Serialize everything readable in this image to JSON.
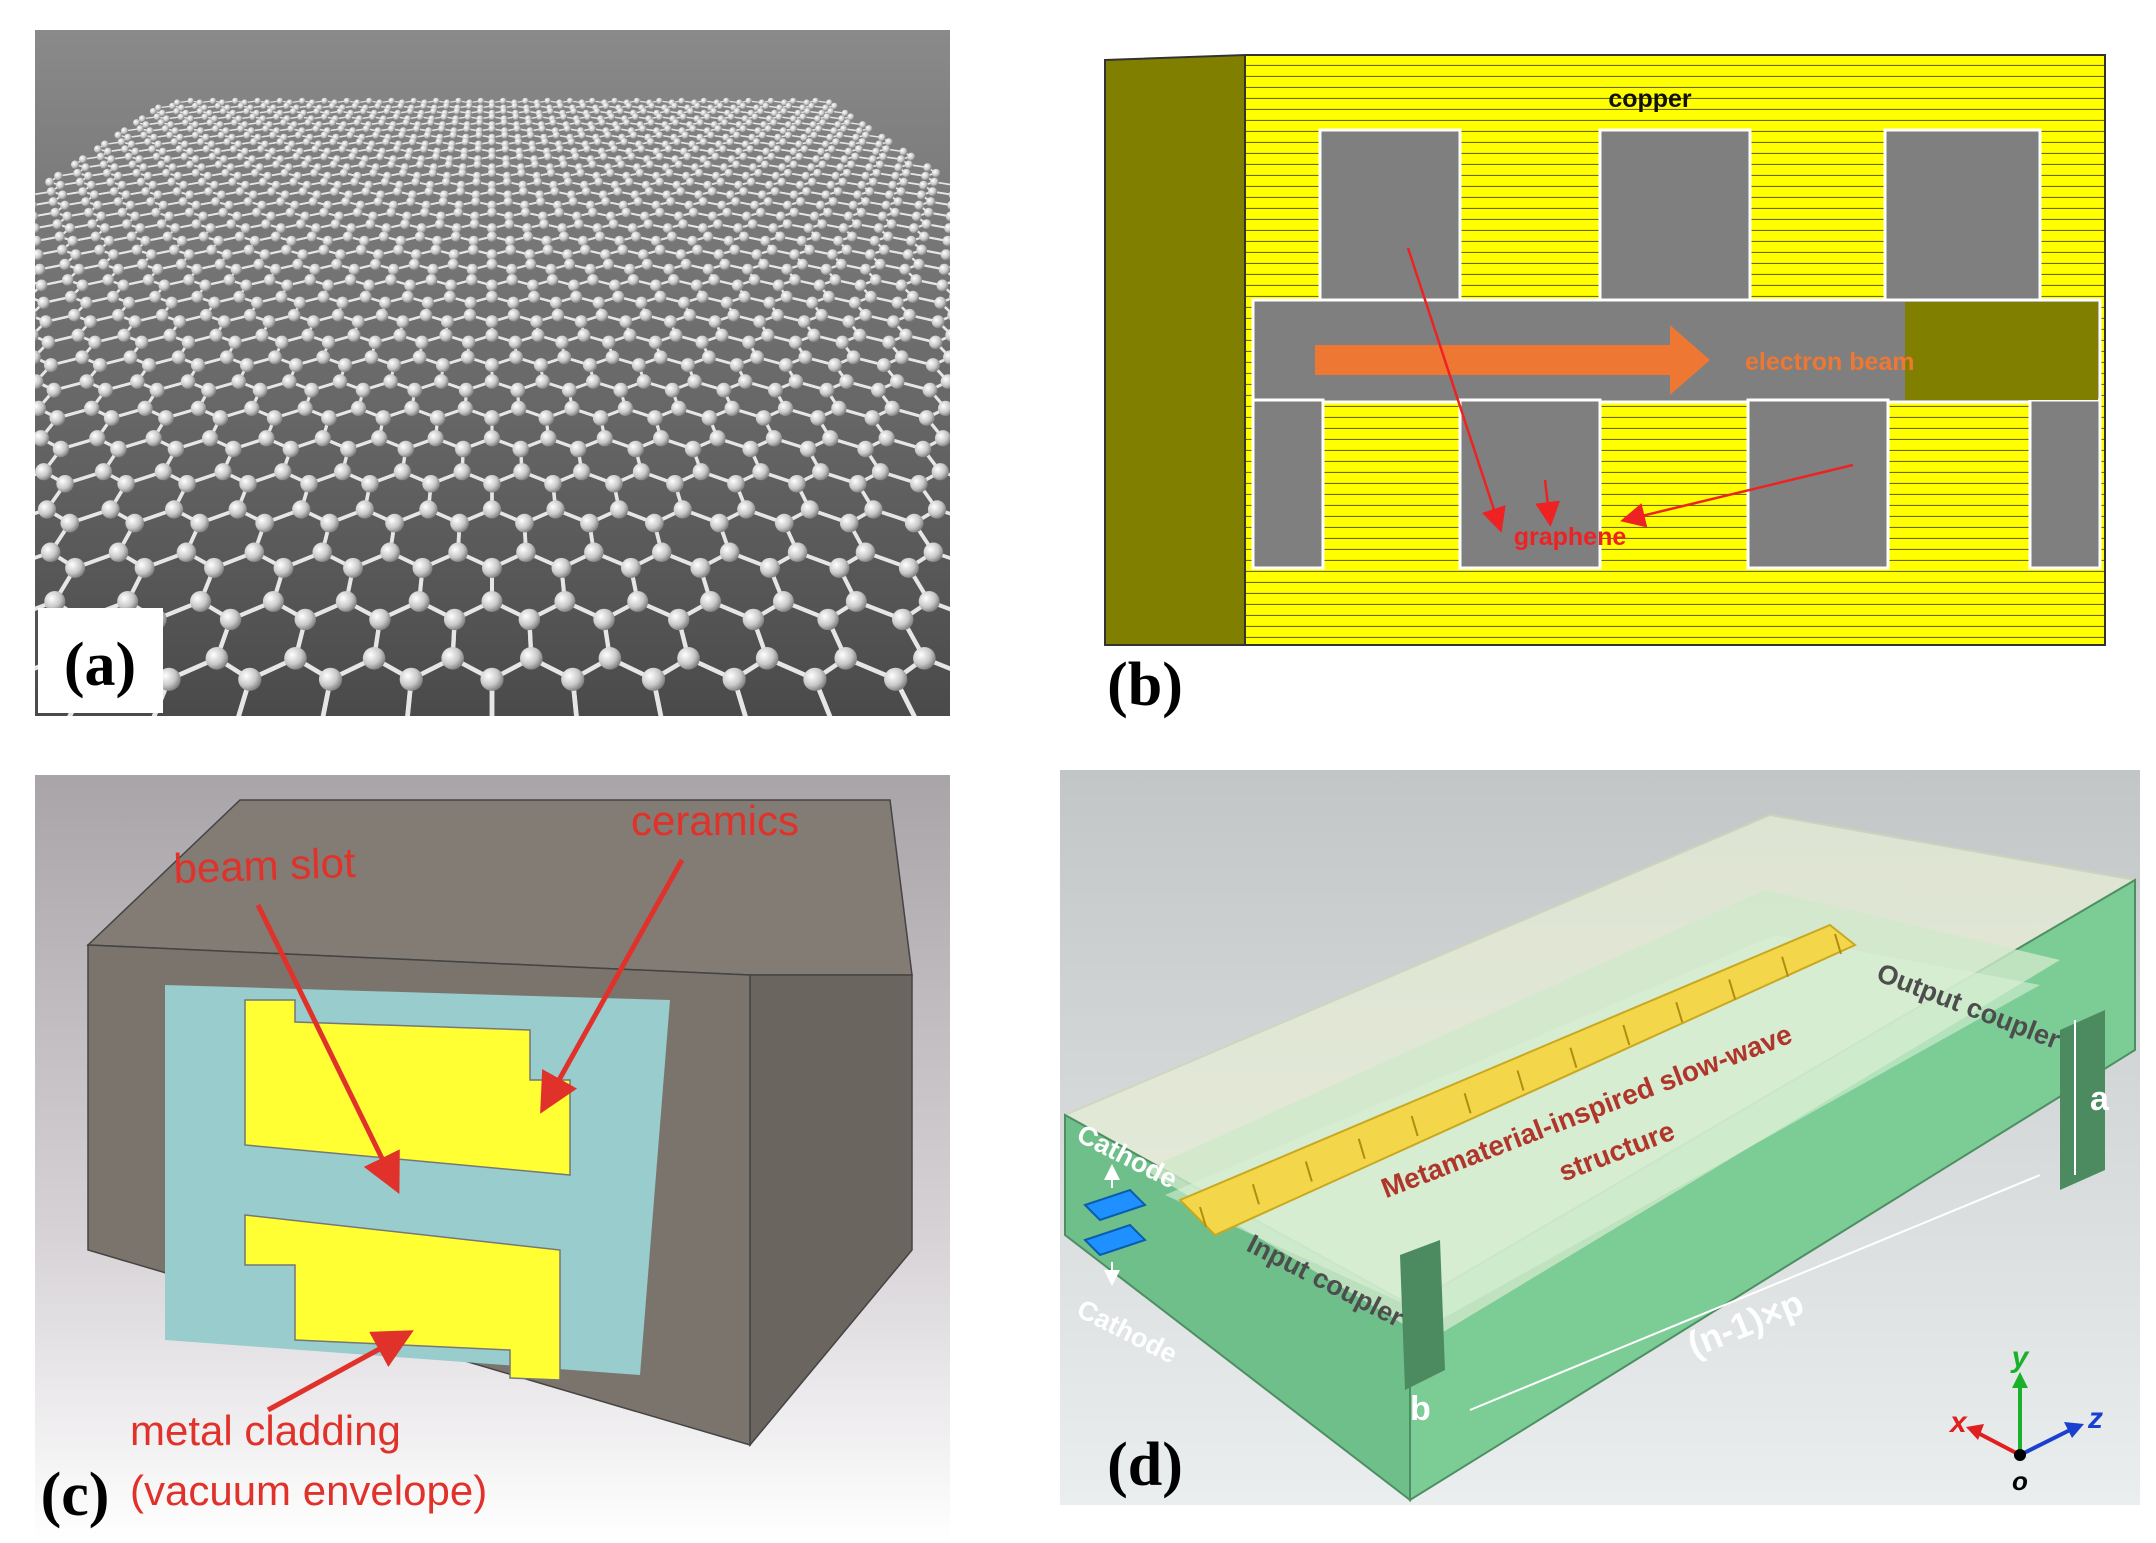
{
  "panels": {
    "a": {
      "label": "(a)"
    },
    "b": {
      "label": "(b)",
      "copper": "copper",
      "electron_beam": "electron beam",
      "graphene": "graphene"
    },
    "c": {
      "label": "(c)",
      "beam_slot": "beam slot",
      "ceramics": "ceramics",
      "cladding_line1": "metal cladding",
      "cladding_line2": "(vacuum envelope)"
    },
    "d": {
      "label": "(d)",
      "cathode_top": "Cathode",
      "cathode_bottom": "Cathode",
      "input_coupler": "Input coupler",
      "output_coupler": "Output coupler",
      "structure_line1": "Metamaterial-inspired slow-wave",
      "structure_line2": "structure",
      "length": "(n-1)×p",
      "dim_a": "a",
      "dim_b": "b",
      "axis_x": "x",
      "axis_y": "y",
      "axis_z": "z",
      "axis_o": "o"
    }
  },
  "colors": {
    "copper_yellow": "#ffff00",
    "olive": "#807f00",
    "slot_gray": "#7f7f7f",
    "graphene_red": "#ee2222",
    "beam_orange": "#ee7733",
    "ceramic_cyan": "#99cccc",
    "cladding_gray": "#7a746c",
    "swss_green": "#6fbf8a"
  }
}
